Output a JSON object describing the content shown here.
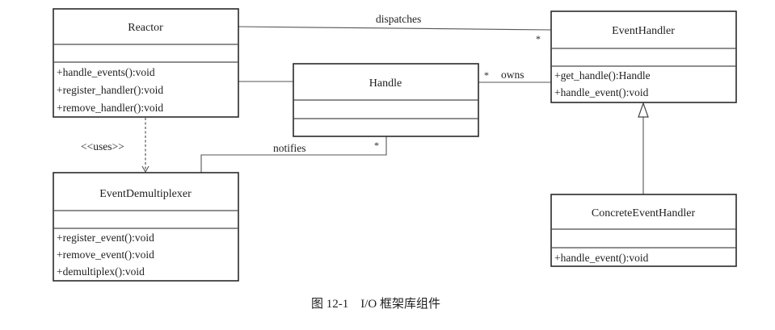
{
  "diagram": {
    "type": "uml-class-diagram",
    "classes": {
      "reactor": {
        "name": "Reactor",
        "operations": [
          "+handle_events():void",
          "+register_handler():void",
          "+remove_handler():void"
        ]
      },
      "handle": {
        "name": "Handle",
        "operations": []
      },
      "event_handler": {
        "name": "EventHandler",
        "operations": [
          "+get_handle():Handle",
          "+handle_event():void"
        ]
      },
      "event_demultiplexer": {
        "name": "EventDemultiplexer",
        "operations": [
          "+register_event():void",
          "+remove_event():void",
          "+demultiplex():void"
        ]
      },
      "concrete_event_handler": {
        "name": "ConcreteEventHandler",
        "operations": [
          "+handle_event():void"
        ]
      }
    },
    "relations": {
      "dispatches": {
        "from": "Reactor",
        "to": "EventHandler",
        "label": "dispatches",
        "multiplicity_to": "*",
        "kind": "association"
      },
      "reactor_handle": {
        "from": "Reactor",
        "to": "Handle",
        "kind": "association"
      },
      "owns": {
        "from": "EventHandler",
        "to": "Handle",
        "label": "owns",
        "multiplicity_handle": "*",
        "kind": "association"
      },
      "uses": {
        "from": "Reactor",
        "to": "EventDemultiplexer",
        "label": "<<uses>>",
        "kind": "dependency"
      },
      "notifies": {
        "from": "EventDemultiplexer",
        "to": "Handle",
        "label": "notifies",
        "multiplicity_to": "*",
        "kind": "association"
      },
      "generalization": {
        "from": "ConcreteEventHandler",
        "to": "EventHandler",
        "kind": "generalization"
      }
    },
    "caption": "图 12-1    I/O 框架库组件"
  }
}
